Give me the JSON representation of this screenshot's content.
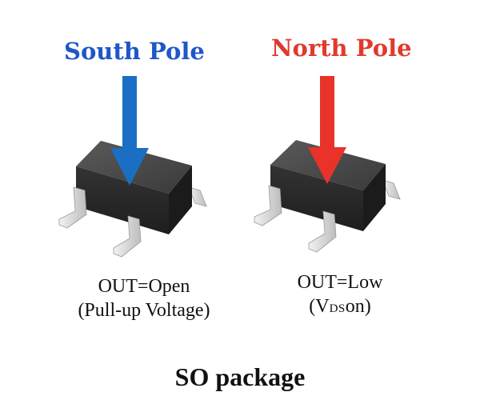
{
  "south": {
    "title": "South Pole",
    "color": "#1f56c8",
    "arrow_color": "#1a6fc4",
    "output_state": "OUT=Open",
    "output_note": "(Pull-up Voltage)"
  },
  "north": {
    "title": "North Pole",
    "color": "#e03a2e",
    "arrow_color": "#e8322a",
    "output_state": "OUT=Low",
    "output_note_open": "(V",
    "output_note_sub": "DS",
    "output_note_close": "on)"
  },
  "package": {
    "label": "SO package"
  },
  "colors": {
    "chip_top": "#4a4a4a",
    "chip_front": "#2a2a2a",
    "chip_side": "#1b1b1b",
    "lead": "#d7d7d7"
  },
  "icons": [
    "south-arrow-icon",
    "north-arrow-icon",
    "sot-chip-icon"
  ]
}
